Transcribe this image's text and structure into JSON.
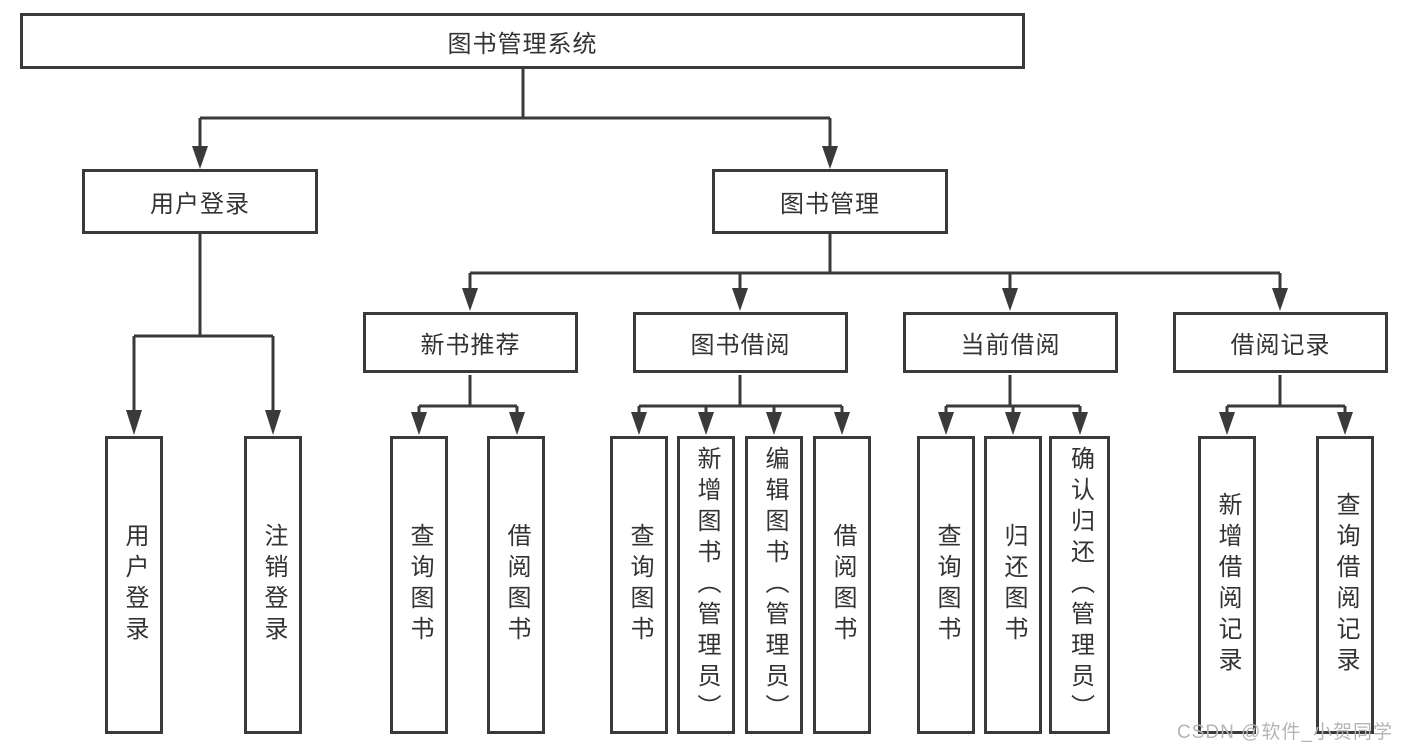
{
  "tree": {
    "root": "图书管理系统",
    "level2": {
      "user_login": "用户登录",
      "book_management": "图书管理"
    },
    "level3": {
      "new_book_recommend": "新书推荐",
      "book_borrow": "图书借阅",
      "current_borrow": "当前借阅",
      "borrow_records": "借阅记录"
    },
    "leaves": {
      "user_login": [
        "用户登录",
        "注销登录"
      ],
      "new_book_recommend": [
        "查询图书",
        "借阅图书"
      ],
      "book_borrow": [
        "查询图书",
        "新增图书（管理员）",
        "编辑图书（管理员）",
        "借阅图书"
      ],
      "current_borrow": [
        "查询图书",
        "归还图书",
        "确认归还（管理员）"
      ],
      "borrow_records": [
        "新增借阅记录",
        "查询借阅记录"
      ]
    }
  },
  "watermark": {
    "text": "CSDN @软件_小贺同学"
  },
  "colors": {
    "line": "#3a3a3a",
    "box_border": "#3a3a3a",
    "box_background": "#ffffff",
    "text": "#333333",
    "watermark": "#b5b5b5",
    "background": "#ffffff"
  }
}
